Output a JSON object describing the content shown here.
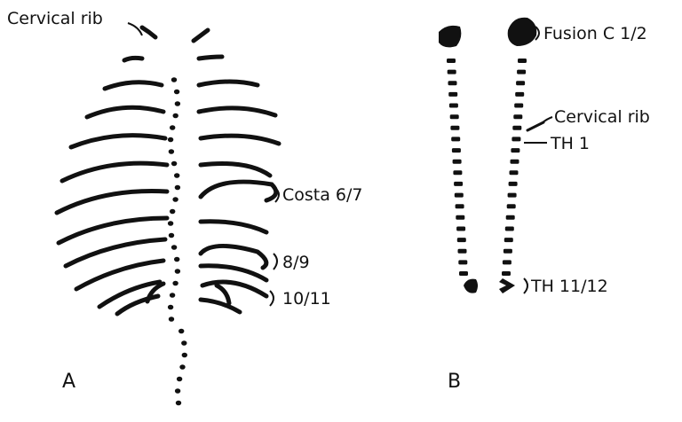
{
  "ink_color": "#111111",
  "background": "#ffffff",
  "panel_a": {
    "letter": "A",
    "labels": {
      "cervical_rib": "Cervical rib",
      "costa_6_7": "Costa 6/7",
      "ribs_8_9": "8/9",
      "ribs_10_11": "10/11"
    }
  },
  "panel_b": {
    "letter": "B",
    "labels": {
      "fusion": "Fusion C 1/2",
      "cervical_rib": "Cervical rib",
      "th1": "TH 1",
      "th11_12": "TH 11/12"
    }
  }
}
